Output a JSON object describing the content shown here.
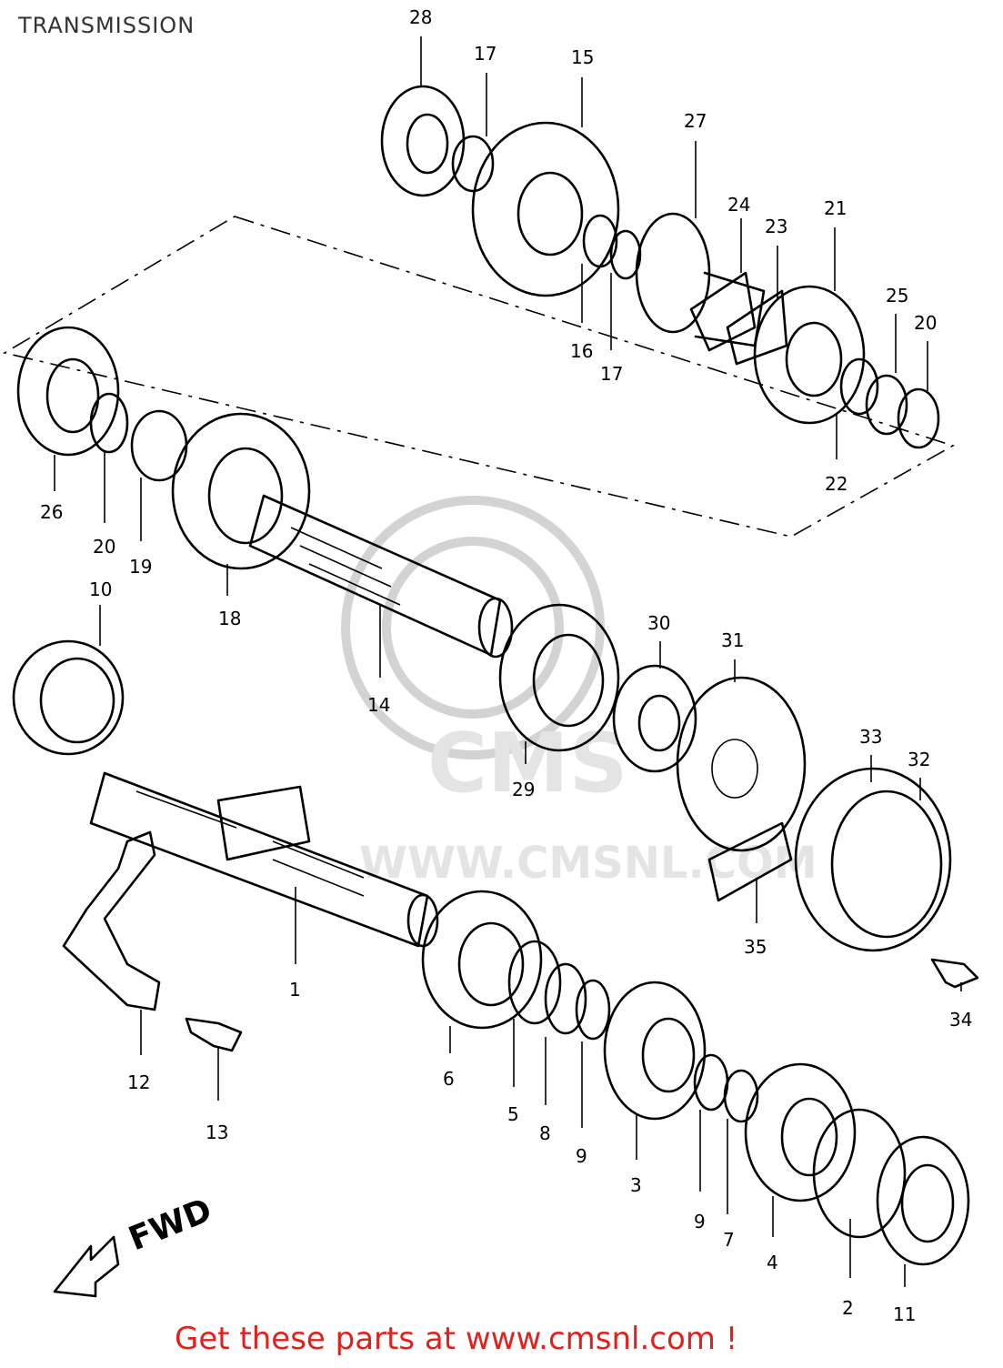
{
  "page": {
    "title": "TRANSMISSION",
    "footer": "Get these parts at www.cmsnl.com !"
  },
  "direction_arrow": {
    "label": "FWD"
  },
  "callouts": [
    {
      "id": "c1",
      "label": "1"
    },
    {
      "id": "c2",
      "label": "2"
    },
    {
      "id": "c3",
      "label": "3"
    },
    {
      "id": "c4",
      "label": "4"
    },
    {
      "id": "c5",
      "label": "5"
    },
    {
      "id": "c6",
      "label": "6"
    },
    {
      "id": "c7",
      "label": "7"
    },
    {
      "id": "c8",
      "label": "8"
    },
    {
      "id": "c9a",
      "label": "9"
    },
    {
      "id": "c9b",
      "label": "9"
    },
    {
      "id": "c10",
      "label": "10"
    },
    {
      "id": "c11",
      "label": "11"
    },
    {
      "id": "c12",
      "label": "12"
    },
    {
      "id": "c13",
      "label": "13"
    },
    {
      "id": "c14",
      "label": "14"
    },
    {
      "id": "c15",
      "label": "15"
    },
    {
      "id": "c16",
      "label": "16"
    },
    {
      "id": "c17a",
      "label": "17"
    },
    {
      "id": "c17b",
      "label": "17"
    },
    {
      "id": "c18",
      "label": "18"
    },
    {
      "id": "c19",
      "label": "19"
    },
    {
      "id": "c20a",
      "label": "20"
    },
    {
      "id": "c20b",
      "label": "20"
    },
    {
      "id": "c21",
      "label": "21"
    },
    {
      "id": "c22",
      "label": "22"
    },
    {
      "id": "c23",
      "label": "23"
    },
    {
      "id": "c24",
      "label": "24"
    },
    {
      "id": "c25",
      "label": "25"
    },
    {
      "id": "c26",
      "label": "26"
    },
    {
      "id": "c27",
      "label": "27"
    },
    {
      "id": "c28",
      "label": "28"
    },
    {
      "id": "c29",
      "label": "29"
    },
    {
      "id": "c30",
      "label": "30"
    },
    {
      "id": "c31",
      "label": "31"
    },
    {
      "id": "c32",
      "label": "32"
    },
    {
      "id": "c33",
      "label": "33"
    },
    {
      "id": "c34",
      "label": "34"
    },
    {
      "id": "c35",
      "label": "35"
    }
  ]
}
